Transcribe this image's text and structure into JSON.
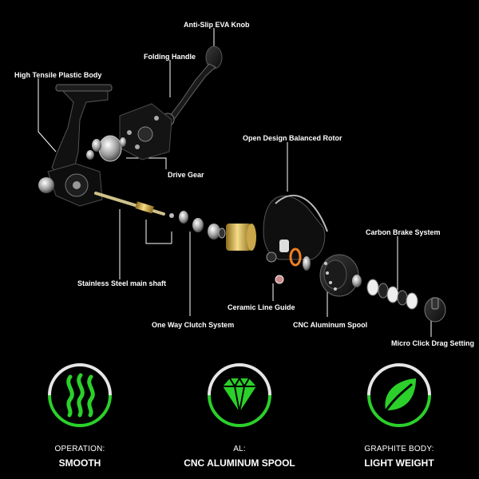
{
  "callouts": {
    "knob": "Anti-Slip EVA Knob",
    "handle": "Folding Handle",
    "body": "High Tensile Plastic Body",
    "rotor": "Open Design Balanced Rotor",
    "drive_gear": "Drive Gear",
    "brake": "Carbon Brake System",
    "shaft": "Stainless Steel main shaft",
    "line_guide": "Ceramic Line Guide",
    "clutch": "One Way Clutch System",
    "spool": "CNC Aluminum Spool",
    "drag": "Micro Click Drag Setting"
  },
  "features": [
    {
      "icon": "waves-icon",
      "caption": "OPERATION:",
      "value": "SMOOTH"
    },
    {
      "icon": "diamond-icon",
      "caption": "AL:",
      "value": "CNC ALUMINUM SPOOL"
    },
    {
      "icon": "leaf-icon",
      "caption": "GRAPHITE BODY:",
      "value": "LIGHT WEIGHT"
    }
  ],
  "colors": {
    "background": "#000000",
    "accent": "#2bd02b",
    "ring_gray": "#e6e6e6",
    "gold": "#d4b24a"
  }
}
